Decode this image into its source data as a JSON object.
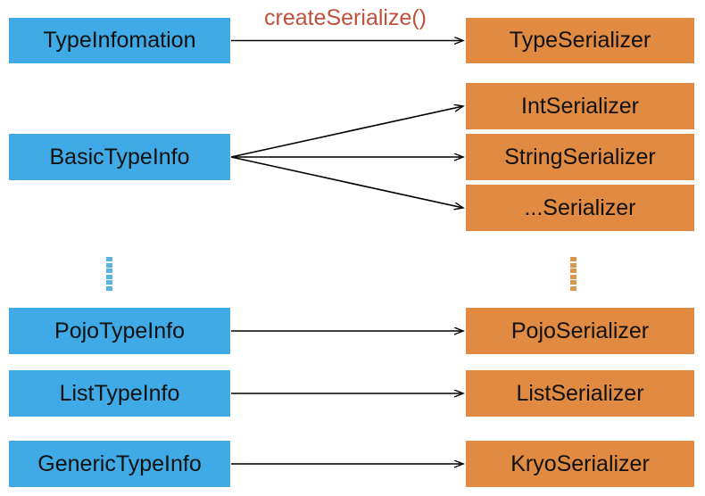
{
  "diagram": {
    "title": "TypeInformation to TypeSerializer mapping",
    "background_color": "#ffffff",
    "type_info_color": "#3FAAE5",
    "serializer_color": "#E08A42",
    "label_color": "#C0503B",
    "arrow_color": "#000000",
    "edge_labels": [
      {
        "text": "createSerialize()"
      }
    ],
    "type_info_nodes": [
      {
        "label": "TypeInfomation"
      },
      {
        "label": "BasicTypeInfo"
      },
      {
        "label": "PojoTypeInfo"
      },
      {
        "label": "ListTypeInfo"
      },
      {
        "label": "GenericTypeInfo"
      }
    ],
    "serializer_nodes": [
      {
        "label": "TypeSerializer"
      },
      {
        "label": "IntSerializer"
      },
      {
        "label": "StringSerializer"
      },
      {
        "label": "...Serializer"
      },
      {
        "label": "PojoSerializer"
      },
      {
        "label": "ListSerializer"
      },
      {
        "label": "KryoSerializer"
      }
    ],
    "ellipsis": {
      "left_label": "vertical-ellipsis-type-info",
      "right_label": "vertical-ellipsis-serializer",
      "dot_count": 6
    }
  }
}
